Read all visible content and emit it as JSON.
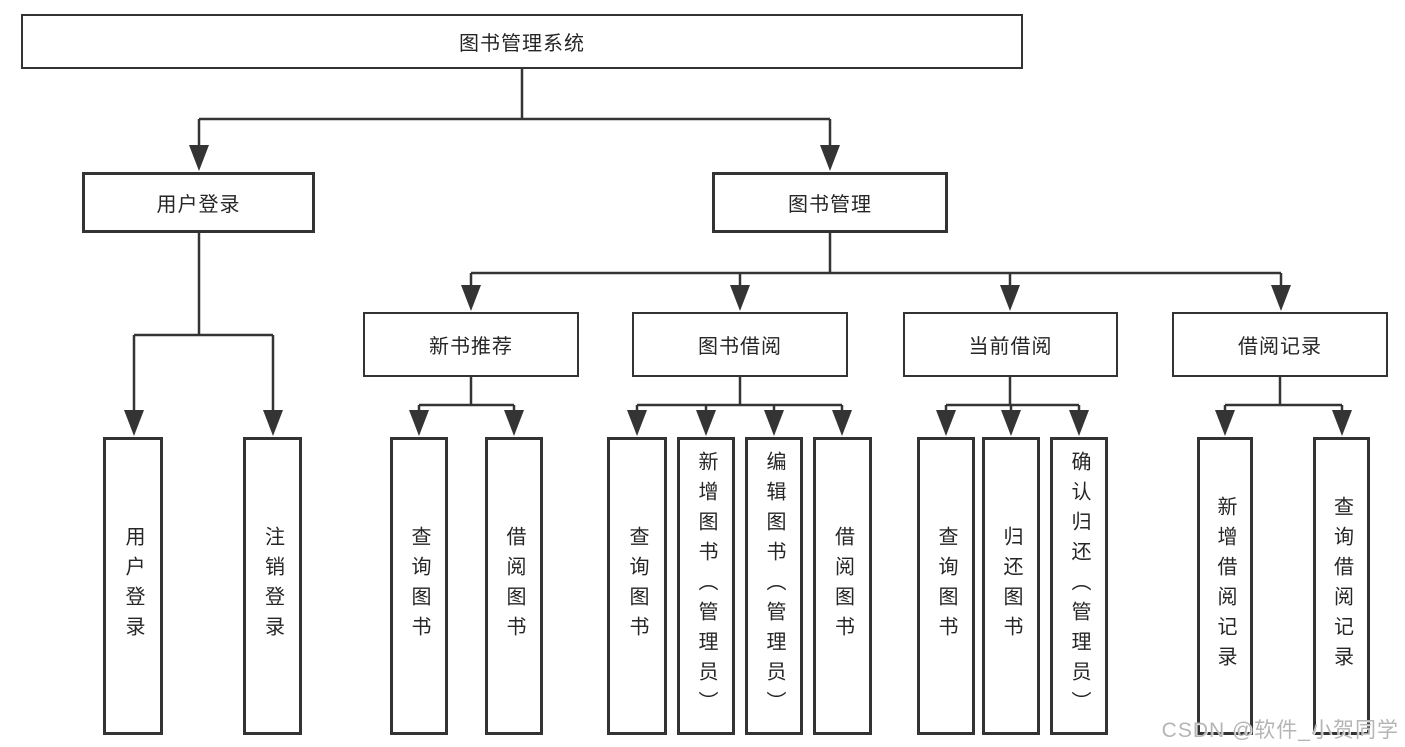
{
  "diagram": {
    "root": {
      "label": "图书管理系统"
    },
    "branches": [
      {
        "label": "用户登录",
        "children": [
          {
            "label": "用户登录"
          },
          {
            "label": "注销登录"
          }
        ]
      },
      {
        "label": "图书管理",
        "children": [
          {
            "label": "新书推荐",
            "children": [
              {
                "label": "查询图书"
              },
              {
                "label": "借阅图书"
              }
            ]
          },
          {
            "label": "图书借阅",
            "children": [
              {
                "label": "查询图书"
              },
              {
                "label": "新增图书（管理员）"
              },
              {
                "label": "编辑图书（管理员）"
              },
              {
                "label": "借阅图书"
              }
            ]
          },
          {
            "label": "当前借阅",
            "children": [
              {
                "label": "查询图书"
              },
              {
                "label": "归还图书"
              },
              {
                "label": "确认归还（管理员）"
              }
            ]
          },
          {
            "label": "借阅记录",
            "children": [
              {
                "label": "新增借阅记录"
              },
              {
                "label": "查询借阅记录"
              }
            ]
          }
        ]
      }
    ]
  },
  "watermark": {
    "text": "CSDN @软件_小贺同学"
  },
  "colors": {
    "line": "#343434",
    "box_border": "#333333",
    "box_fill": "#ffffff",
    "text": "#262626",
    "watermark": "#b5b5b5",
    "background": "#ffffff"
  }
}
